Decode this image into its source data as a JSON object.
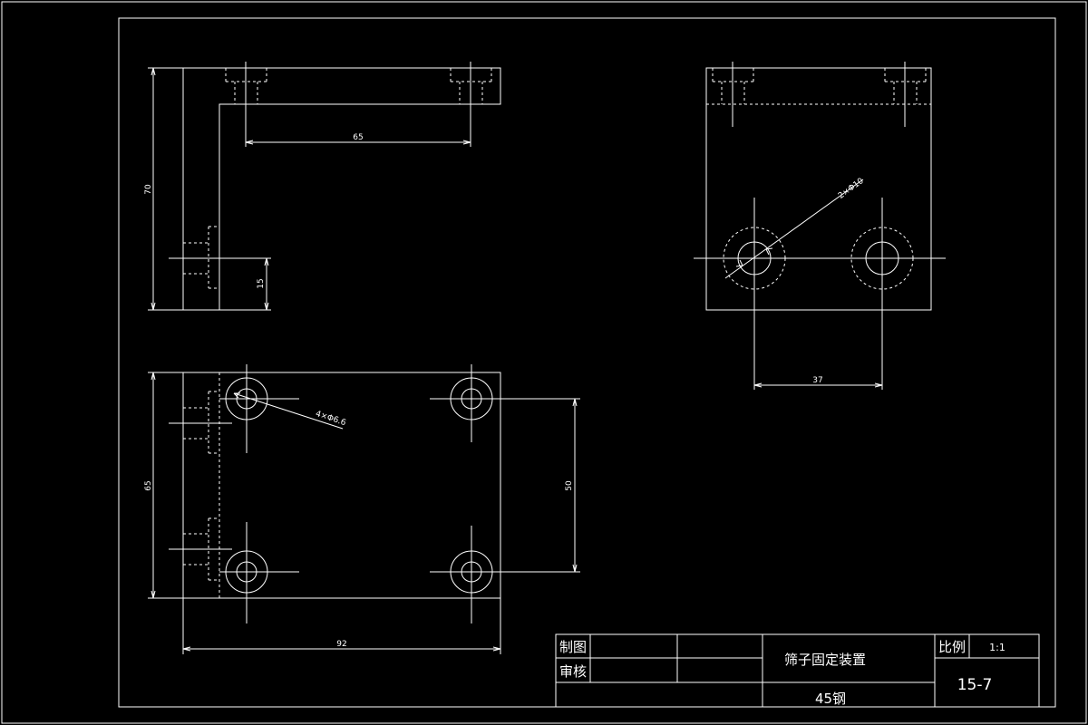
{
  "drawing": {
    "colors": {
      "background": "#000000",
      "line": "#ffffff"
    },
    "front_view": {
      "dim_width": "65",
      "dim_height": "70",
      "dim_lower": "15"
    },
    "side_view": {
      "hole_callout": "2×Φ10",
      "dim_spacing": "37"
    },
    "top_view": {
      "hole_callout": "4×Φ6.6",
      "dim_height": "65",
      "dim_spacing": "50",
      "dim_width": "92"
    }
  },
  "title_block": {
    "drawn_label": "制图",
    "checked_label": "审核",
    "part_name": "筛子固定装置",
    "material": "45钢",
    "scale_label": "比例",
    "scale_value": "1:1",
    "drawing_number": "15-7"
  }
}
